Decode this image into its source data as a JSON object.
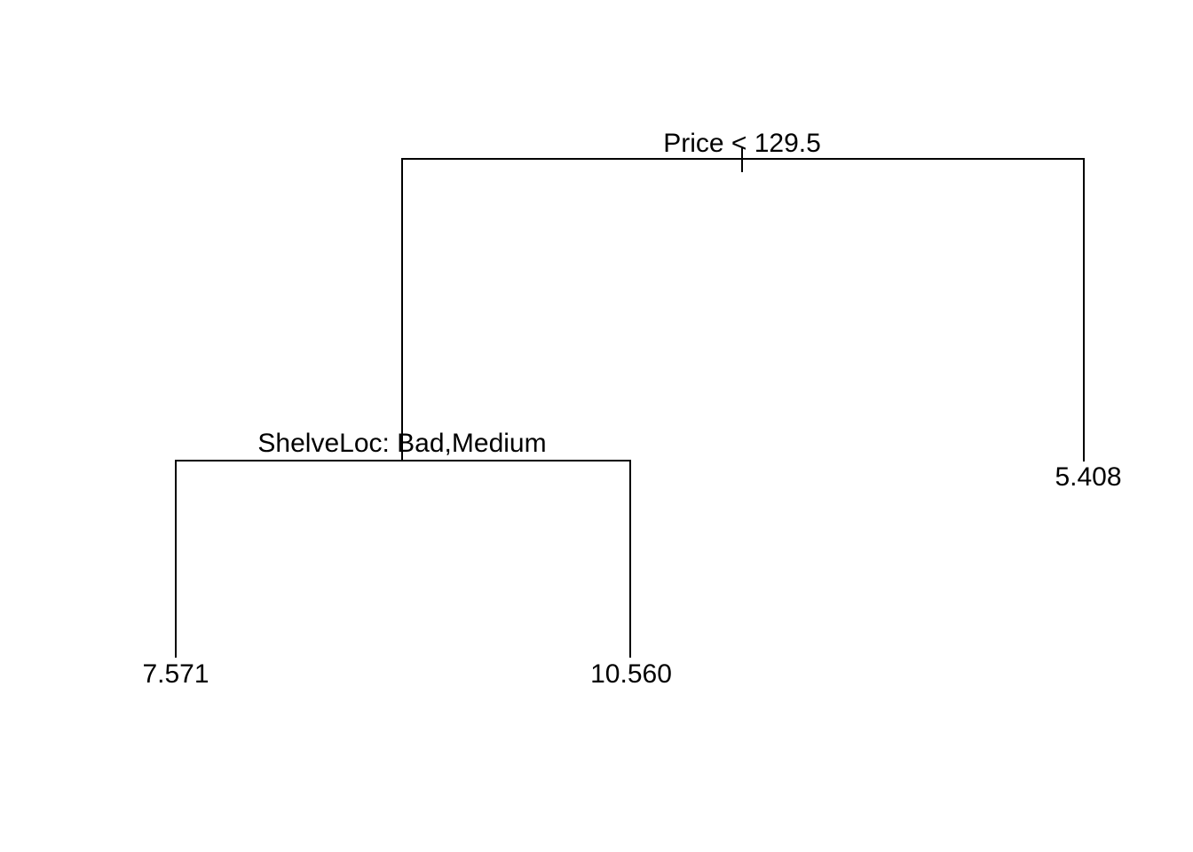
{
  "plot": {
    "background_color": "#ffffff",
    "line_color": "#000000",
    "text_color": "#000000"
  },
  "tree": {
    "type": "decision-tree",
    "root": {
      "split": "Price < 129.5",
      "children": {
        "left": {
          "split": "ShelveLoc: Bad,Medium",
          "children": {
            "left": {
              "value": "7.571"
            },
            "right": {
              "value": "10.560"
            }
          }
        },
        "right": {
          "value": "5.408"
        }
      }
    }
  }
}
